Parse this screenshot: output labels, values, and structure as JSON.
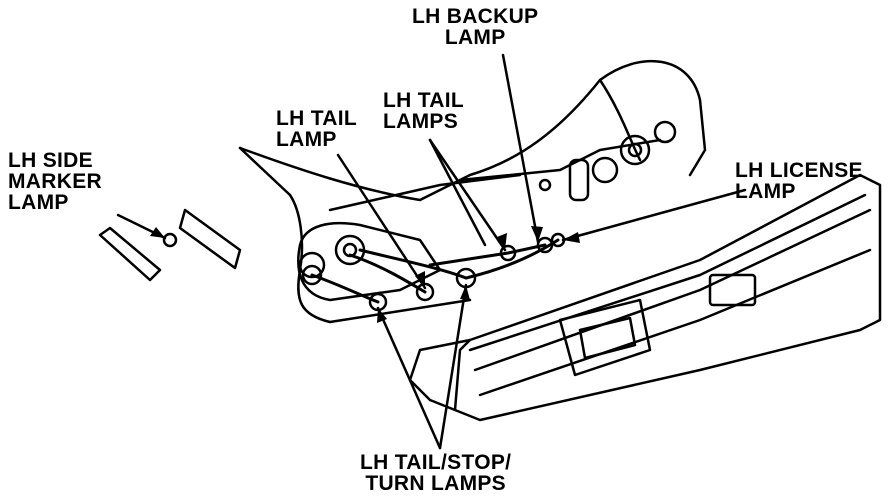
{
  "labels": {
    "lh_backup_lamp": {
      "line1": "LH BACKUP",
      "line2": "LAMP"
    },
    "lh_tail_lamps": {
      "line1": "LH TAIL",
      "line2": "LAMPS"
    },
    "lh_tail_lamp": {
      "line1": "LH TAIL",
      "line2": "LAMP"
    },
    "lh_side_marker_lamp": {
      "line1": "LH SIDE",
      "line2": "MARKER",
      "line3": "LAMP"
    },
    "lh_license_lamp": {
      "line1": "LH LICENSE",
      "line2": "LAMP"
    },
    "lh_tail_stop_turn_lamps": {
      "line1": "LH TAIL/STOP/",
      "line2": "TURN LAMPS"
    }
  },
  "colors": {
    "ink": "#000000",
    "paper": "#ffffff"
  }
}
